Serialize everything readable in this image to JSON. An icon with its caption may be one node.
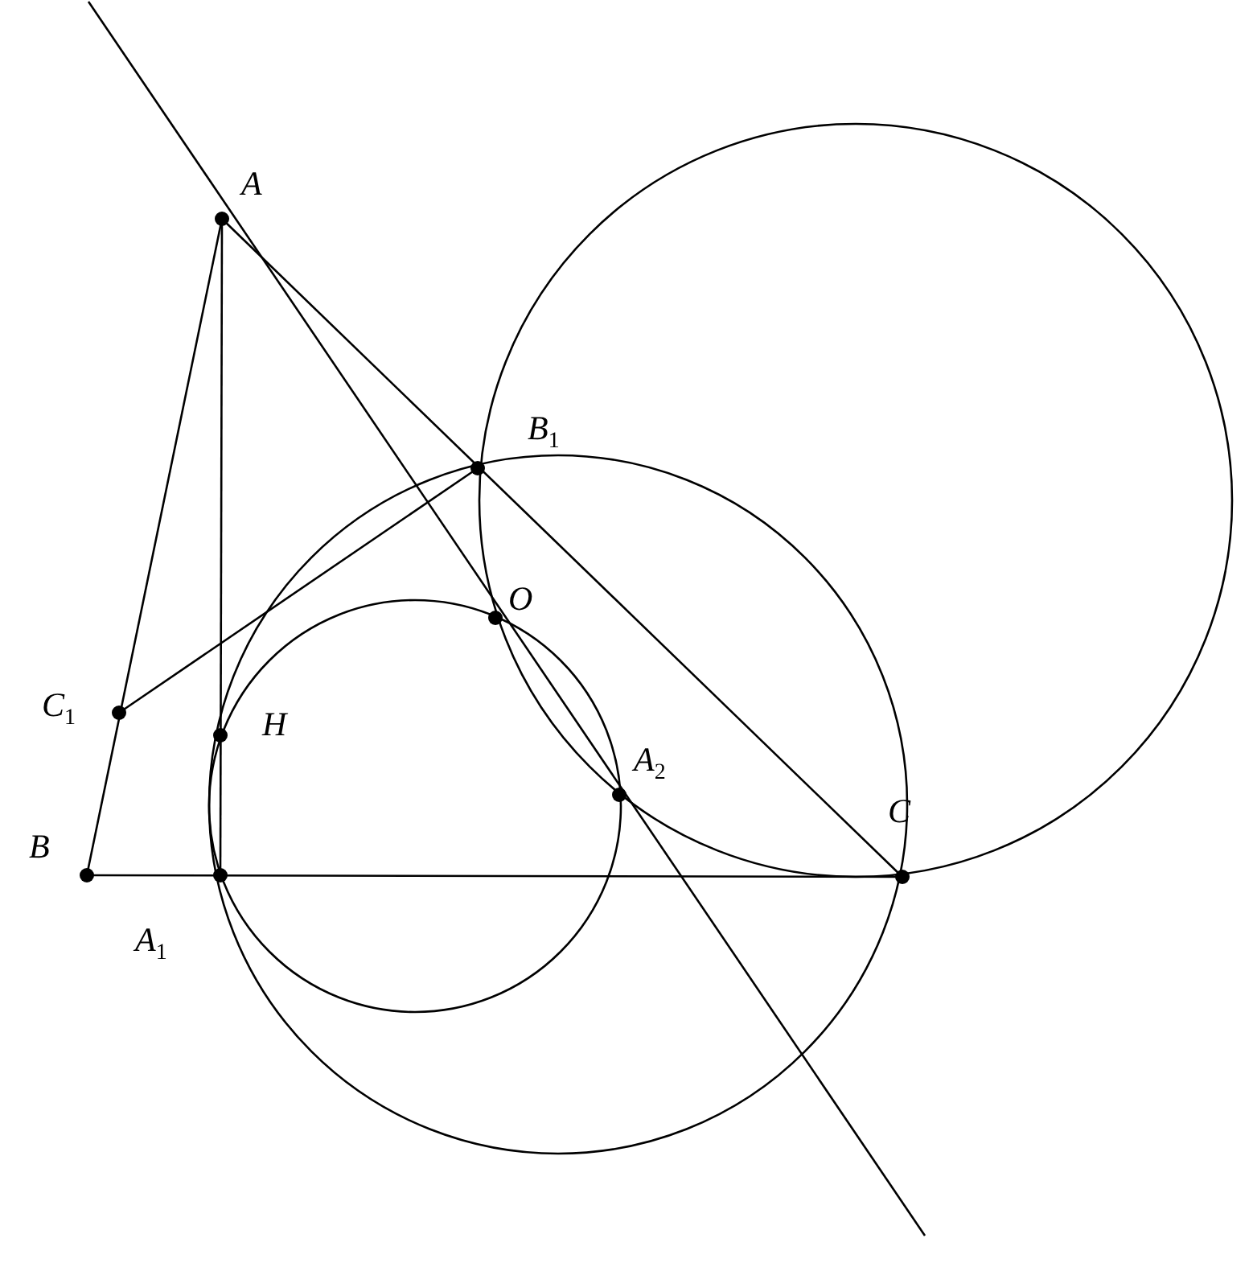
{
  "diagram": {
    "labels": [
      "A",
      "B$_{1}$",
      "O",
      "C$_{1}$",
      "H",
      "A$_{2}$",
      "B",
      "C",
      "A$_{1}$"
    ]
  }
}
